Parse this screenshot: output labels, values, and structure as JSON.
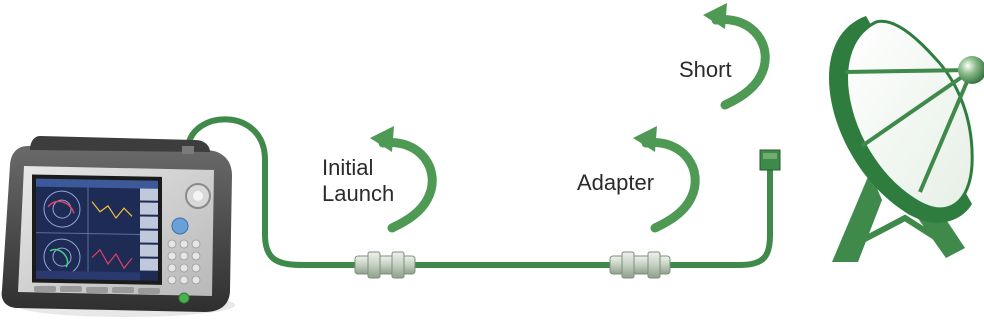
{
  "labels": {
    "initial_launch_line1": "Initial",
    "initial_launch_line2": "Launch",
    "adapter": "Adapter",
    "short": "Short"
  },
  "colors": {
    "cable": "#3f8a4b",
    "arrow": "#4e9a54",
    "dish_face": "#ffffff",
    "dish_rim": "#2e7d3e",
    "analyzer_body": "#4a4a4a",
    "screen": "#1e2c55",
    "connector": "#c8d2c4"
  },
  "icons": {
    "instrument": "handheld-analyzer-icon",
    "antenna": "satellite-dish-icon",
    "connector": "coaxial-connector-icon"
  }
}
